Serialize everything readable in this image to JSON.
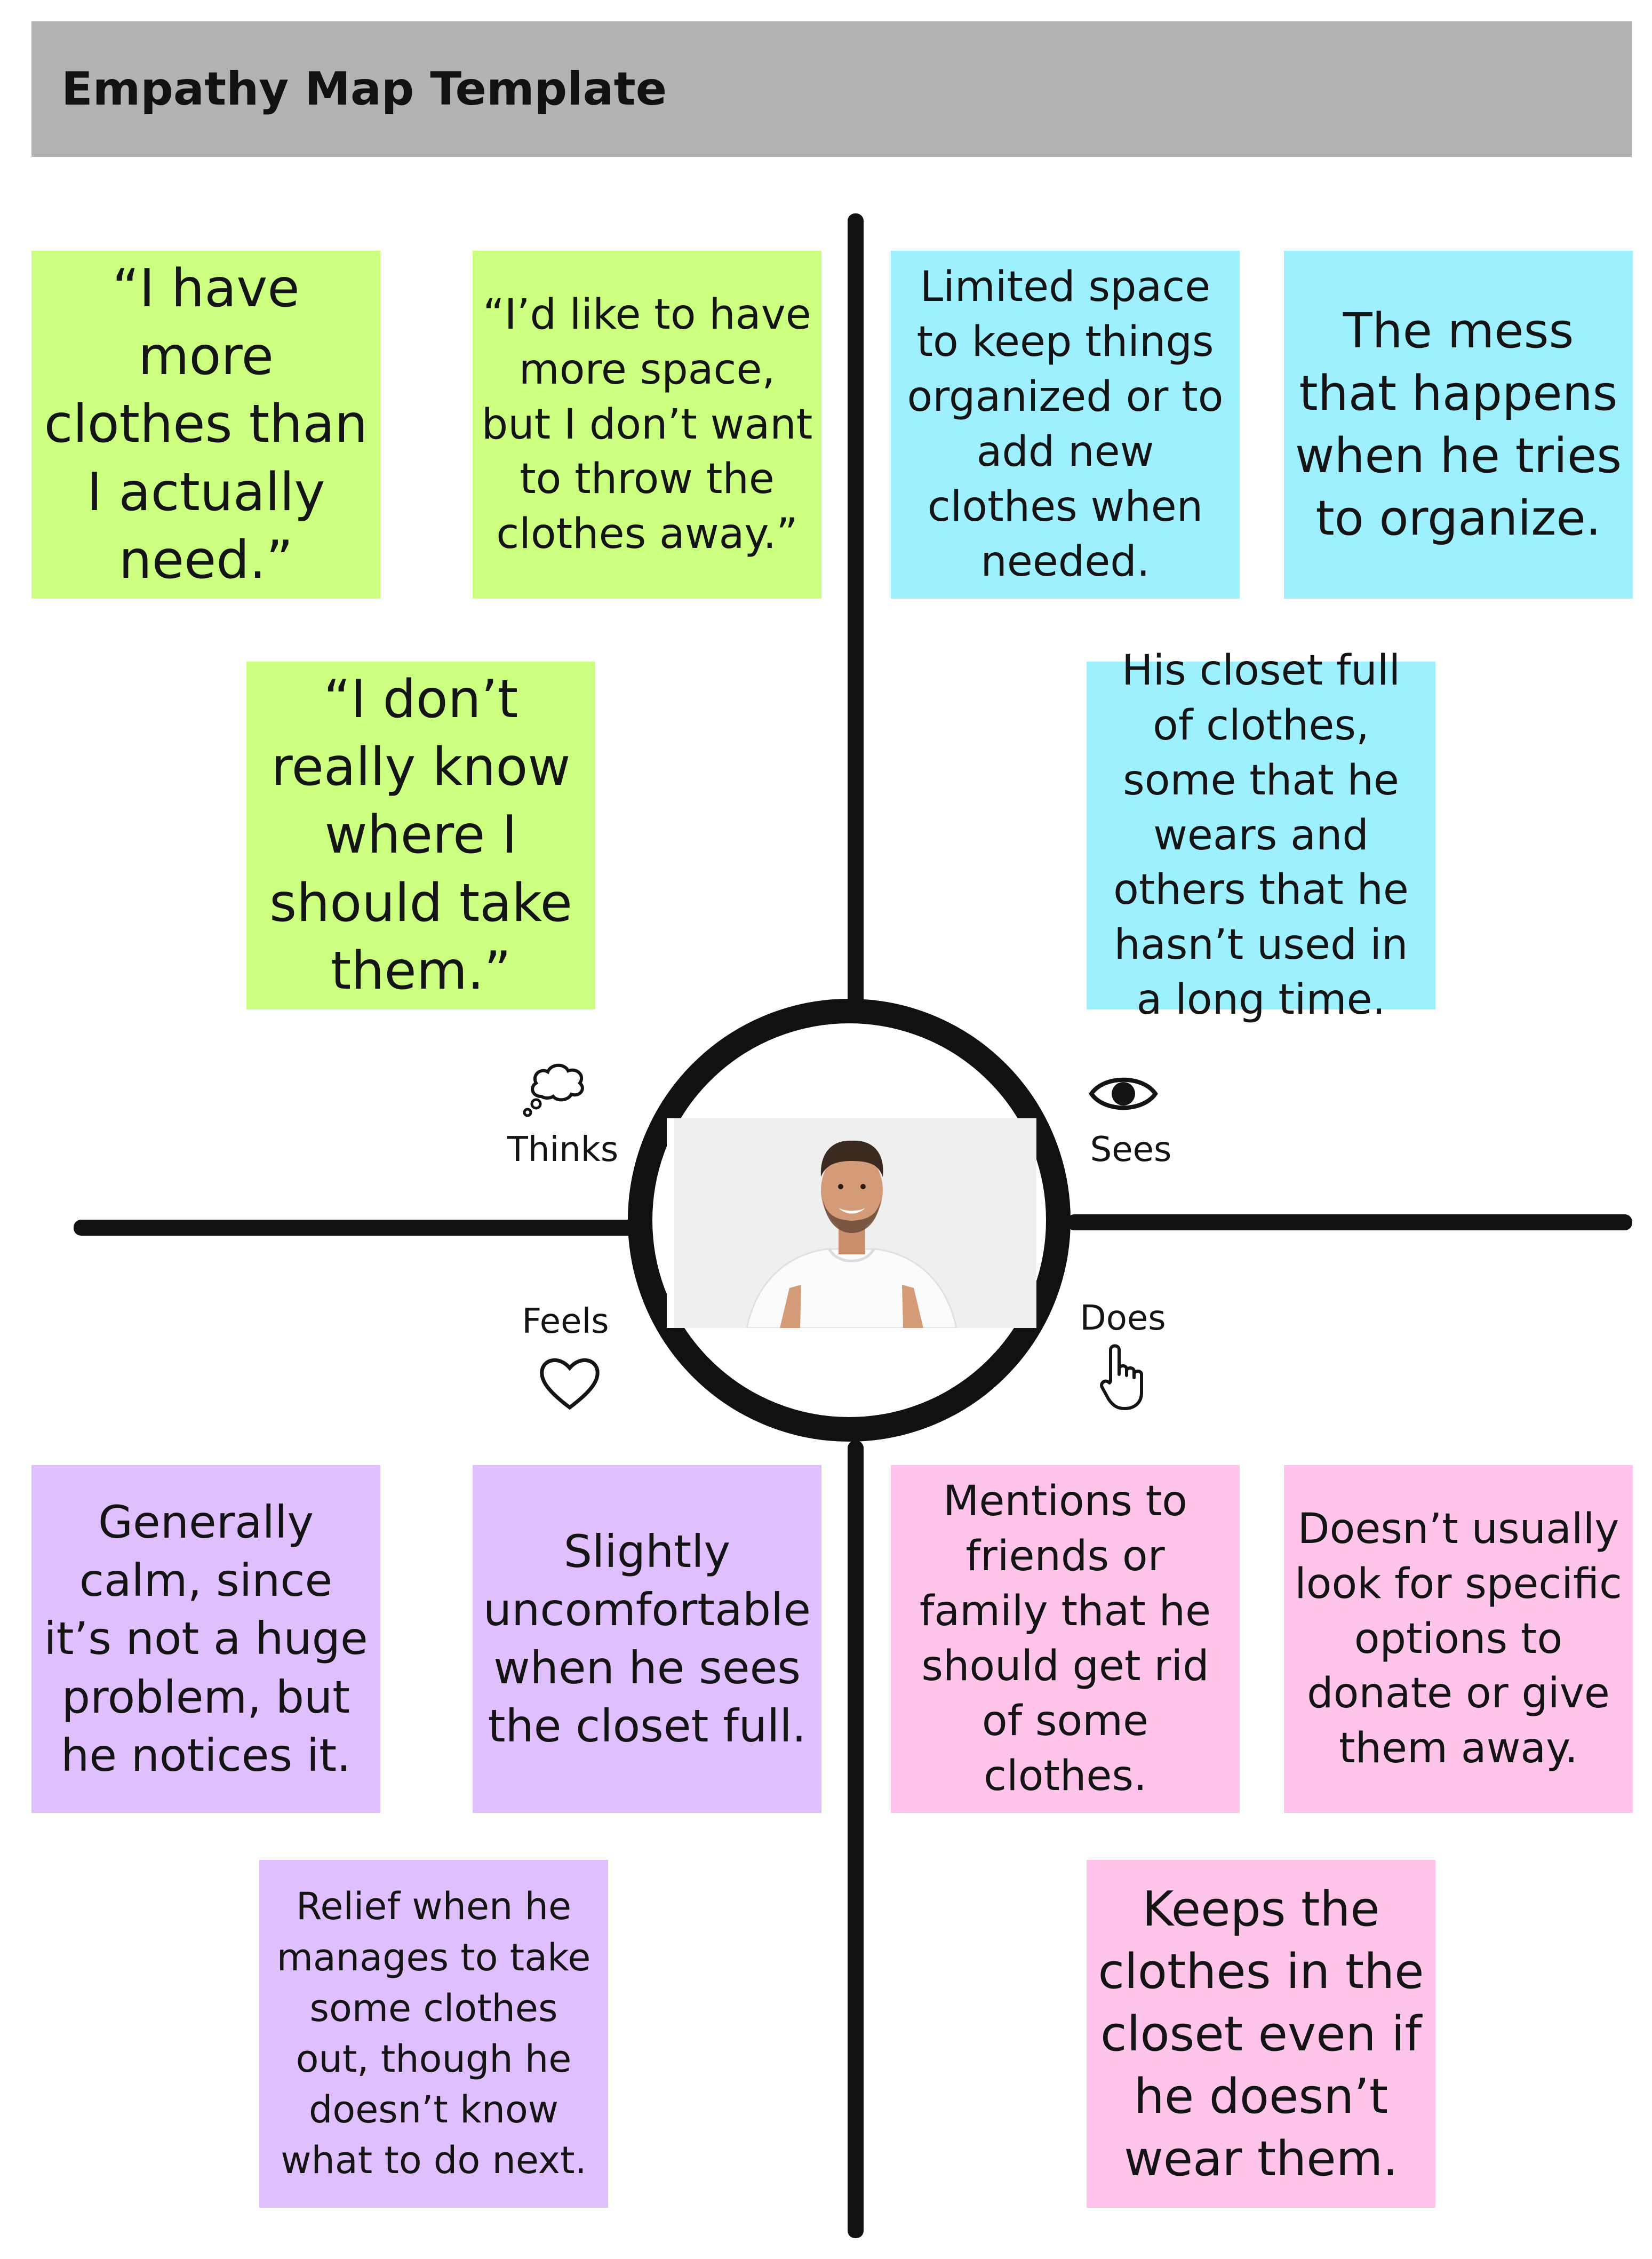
{
  "header": {
    "title": "Empathy Map Template"
  },
  "center": {
    "image": "smiling-man-photo"
  },
  "quadrants": {
    "thinks": {
      "label": "Thinks",
      "icon": "thought-bubble-icon"
    },
    "sees": {
      "label": "Sees",
      "icon": "eye-icon"
    },
    "feels": {
      "label": "Feels",
      "icon": "heart-icon"
    },
    "does": {
      "label": "Does",
      "icon": "pointing-hand-icon"
    }
  },
  "notes": {
    "thinks": [
      "“I have more clothes than I actually need.”",
      "“I’d like to have more space, but I don’t want to throw the clothes away.”",
      "“I don’t really know where I should take them.”"
    ],
    "sees": [
      "Limited space to keep things organized or to add new clothes when needed.",
      "The mess that happens when he tries to organize.",
      "His closet full of clothes, some that he wears and others that he hasn’t used in a long time."
    ],
    "feels": [
      "Generally calm, since it’s not a huge problem, but he notices it.",
      "Slightly uncomfortable when he sees the closet full.",
      "Relief when he manages to take some clothes out, though he doesn’t know what to do next."
    ],
    "does": [
      "Mentions to friends or family that he should get rid of some clothes.",
      "Doesn’t usually look for specific options to donate or give them away.",
      "Keeps the clothes in the closet even if he doesn’t wear them."
    ]
  },
  "colors": {
    "thinks": "#ccff80",
    "sees": "#9ff0ff",
    "feels": "#e0bfff",
    "does": "#ffc4ea",
    "header": "#b3b3b3",
    "lines": "#111111"
  }
}
